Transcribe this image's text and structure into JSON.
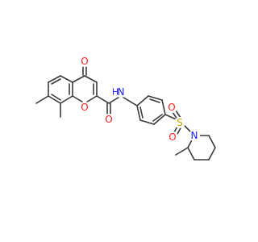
{
  "colors": {
    "bond": "#3a3a3a",
    "carbon": "#3a3a3a",
    "oxygen": "#ff2020",
    "nitrogen": "#2020ff",
    "sulfur": "#c8a800",
    "background": "#ffffff"
  },
  "atom_labels": {
    "ketone_oxygen": "O",
    "ring_oxygen": "O",
    "amide_oxygen": "O",
    "amide_nitrogen": "N",
    "amide_hydrogen": "H",
    "sulfur": "S",
    "sulfonyl_oxygen_top": "O",
    "sulfonyl_oxygen_bottom": "O",
    "piperidine_nitrogen": "N"
  }
}
